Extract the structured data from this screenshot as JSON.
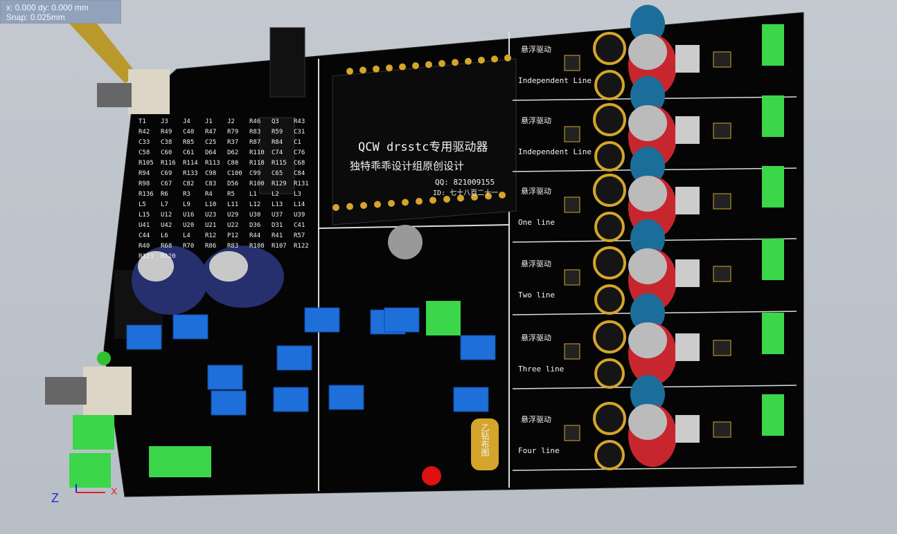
{
  "overlay": {
    "line1": "x: 0.000  dy: 0.000 mm",
    "line2": "Snap: 0.025mm"
  },
  "board": {
    "title": "QCW drsstc专用驱动器",
    "subtitle": "独特乖乖设计组原创设计",
    "qq": "QQ: 821009155",
    "id": "ID: 七十八百二十一",
    "logo_text": "乙钻布图"
  },
  "channels": [
    {
      "tag": "悬浮驱动",
      "label": "Independent Line"
    },
    {
      "tag": "悬浮驱动",
      "label": "Independent Line"
    },
    {
      "tag": "悬浮驱动",
      "label": "One line"
    },
    {
      "tag": "悬浮驱动",
      "label": "Two line"
    },
    {
      "tag": "悬浮驱动",
      "label": "Three line"
    },
    {
      "tag": "悬浮驱动",
      "label": "Four line"
    }
  ],
  "designators": [
    "T1",
    "J3",
    "J4",
    "J1",
    "J2",
    "R46",
    "Q3",
    "R43",
    "R42",
    "R49",
    "C40",
    "R47",
    "R79",
    "R83",
    "R59",
    "C31",
    "C33",
    "C38",
    "R85",
    "C25",
    "R37",
    "R87",
    "R84",
    "C1",
    "C58",
    "C60",
    "C61",
    "D64",
    "D62",
    "R110",
    "C74",
    "C76",
    "R105",
    "R116",
    "R114",
    "R113",
    "C80",
    "R118",
    "R115",
    "C68",
    "R94",
    "C69",
    "R133",
    "C98",
    "C100",
    "C99",
    "C65",
    "C84",
    "R98",
    "C67",
    "C82",
    "C83",
    "D56",
    "R100",
    "R129",
    "R131",
    "R136",
    "R6",
    "R3",
    "R4",
    "R5",
    "L1",
    "L2",
    "L3",
    "L5",
    "L7",
    "L9",
    "L10",
    "L11",
    "L12",
    "L13",
    "L14",
    "L15",
    "U12",
    "U16",
    "U23",
    "U29",
    "U30",
    "U37",
    "U39",
    "U41",
    "U42",
    "U20",
    "U21",
    "U22",
    "D36",
    "D31",
    "C41",
    "C44",
    "L6",
    "L4",
    "R12",
    "P12",
    "R44",
    "R41",
    "R57",
    "R40",
    "R68",
    "R70",
    "R86",
    "R83",
    "R108",
    "R107",
    "R122",
    "R123",
    "R120"
  ],
  "axis": {
    "z": "Z",
    "x": "X"
  },
  "colors": {
    "board": "#050505",
    "silk": "#f2f2f2",
    "pad": "#d4a52a",
    "header": "#3bd64a",
    "pot": "#1e6fd9",
    "cap_red": "#c8262e",
    "cap_blue": "#1c6e9a",
    "electrolytic": "#26306e"
  }
}
